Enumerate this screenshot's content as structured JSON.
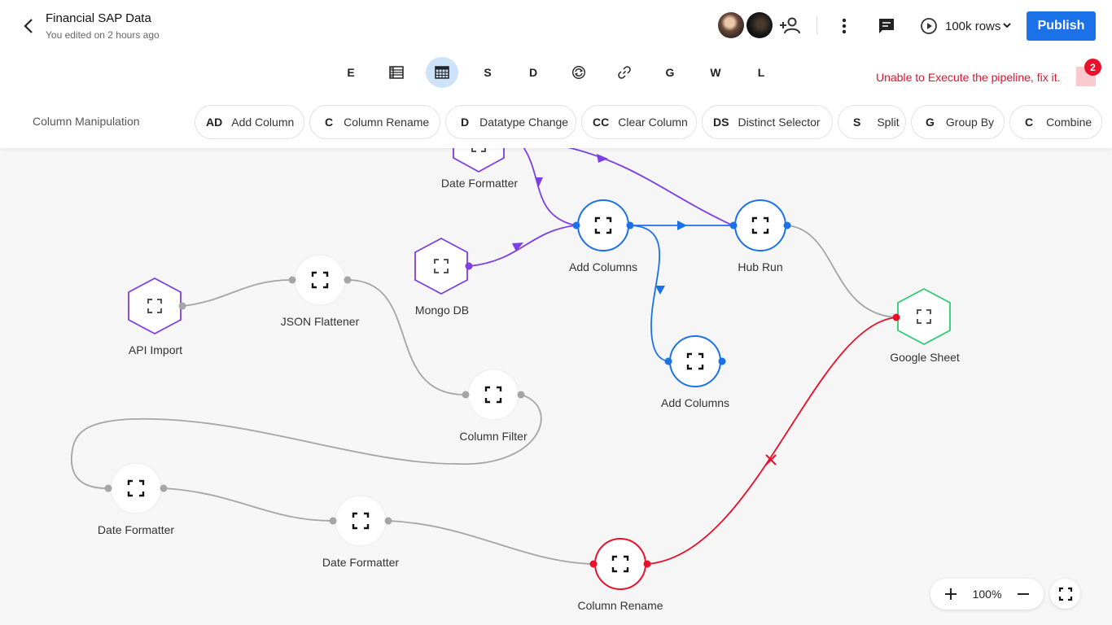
{
  "header": {
    "title": "Financial SAP Data",
    "subtitle": "You edited on 2 hours ago",
    "rows_label": "100k rows",
    "publish_label": "Publish"
  },
  "icons": {
    "back": "chevron-left-icon",
    "add_user": "person-add-icon",
    "more": "more-vertical-icon",
    "comment": "comment-icon",
    "play": "play-circle-icon",
    "dropdown": "chevron-down-icon",
    "node": "fullscreen-icon"
  },
  "toolbar": {
    "tools": [
      {
        "label": "E"
      },
      {
        "label": "",
        "icon": "table-film-icon"
      },
      {
        "label": "",
        "icon": "calendar-grid-icon",
        "active": true
      },
      {
        "label": "S"
      },
      {
        "label": "D"
      },
      {
        "label": "",
        "icon": "sync-icon"
      },
      {
        "label": "",
        "icon": "link-icon"
      },
      {
        "label": "G"
      },
      {
        "label": "W"
      },
      {
        "label": "L"
      }
    ],
    "error_message": "Unable to Execute the pipeline, fix it.",
    "error_count": "2"
  },
  "section": {
    "label": "Column Manipulation",
    "chips": [
      {
        "abbr": "AD",
        "label": "Add Column"
      },
      {
        "abbr": "C",
        "label": "Column Rename"
      },
      {
        "abbr": "D",
        "label": "Datatype Change"
      },
      {
        "abbr": "CC",
        "label": "Clear Column"
      },
      {
        "abbr": "DS",
        "label": "Distinct Selector"
      },
      {
        "abbr": "S",
        "label": "Split"
      },
      {
        "abbr": "G",
        "label": "Group By"
      },
      {
        "abbr": "C",
        "label": "Combine"
      }
    ]
  },
  "pipeline": {
    "nodes": [
      {
        "id": "date-formatter-top",
        "label": "Date Formatter",
        "shape": "hexagon",
        "status": "source"
      },
      {
        "id": "add-columns-1",
        "label": "Add Columns",
        "shape": "circle",
        "status": "active"
      },
      {
        "id": "hub-run",
        "label": "Hub Run",
        "shape": "circle",
        "status": "active"
      },
      {
        "id": "mongo-db",
        "label": "Mongo DB",
        "shape": "hexagon",
        "status": "source"
      },
      {
        "id": "api-import",
        "label": "API Import",
        "shape": "hexagon",
        "status": "source"
      },
      {
        "id": "json-flattener",
        "label": "JSON Flattener",
        "shape": "circle",
        "status": "idle"
      },
      {
        "id": "google-sheet",
        "label": "Google Sheet",
        "shape": "hexagon",
        "status": "output"
      },
      {
        "id": "add-columns-2",
        "label": "Add Columns",
        "shape": "circle",
        "status": "active"
      },
      {
        "id": "column-filter",
        "label": "Column Filter",
        "shape": "circle",
        "status": "idle"
      },
      {
        "id": "date-formatter-1",
        "label": "Date Formatter",
        "shape": "circle",
        "status": "idle"
      },
      {
        "id": "date-formatter-2",
        "label": "Date Formatter",
        "shape": "circle",
        "status": "idle"
      },
      {
        "id": "column-rename",
        "label": "Column Rename",
        "shape": "circle",
        "status": "error"
      }
    ],
    "edges": [
      {
        "from": "date-formatter-top",
        "to": "add-columns-1",
        "status": "source"
      },
      {
        "from": "date-formatter-top",
        "to": "hub-run",
        "status": "source"
      },
      {
        "from": "mongo-db",
        "to": "add-columns-1",
        "status": "source"
      },
      {
        "from": "add-columns-1",
        "to": "hub-run",
        "status": "active"
      },
      {
        "from": "add-columns-1",
        "to": "add-columns-2",
        "status": "active"
      },
      {
        "from": "hub-run",
        "to": "google-sheet",
        "status": "idle"
      },
      {
        "from": "api-import",
        "to": "json-flattener",
        "status": "idle"
      },
      {
        "from": "json-flattener",
        "to": "column-filter",
        "status": "idle"
      },
      {
        "from": "column-filter",
        "to": "date-formatter-1",
        "status": "idle"
      },
      {
        "from": "date-formatter-1",
        "to": "date-formatter-2",
        "status": "idle"
      },
      {
        "from": "date-formatter-2",
        "to": "column-rename",
        "status": "idle"
      },
      {
        "from": "column-rename",
        "to": "google-sheet",
        "status": "error"
      }
    ]
  },
  "zoom": {
    "value": "100%"
  },
  "colors": {
    "accent": "#1b72e8",
    "source": "#7b3fe4",
    "active": "#1b72e8",
    "idle": "#a5a5a5",
    "error": "#e8102a",
    "output": "#2ecc71"
  }
}
